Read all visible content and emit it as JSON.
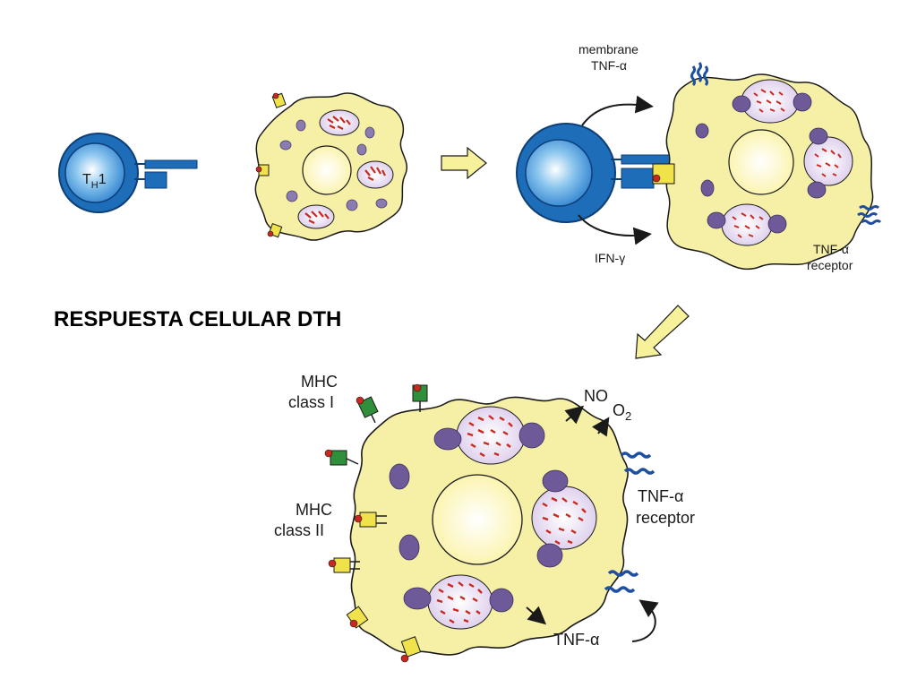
{
  "title": "RESPUESTA CELULAR DTH",
  "th_cell": {
    "label_main": "T",
    "label_sub": "H",
    "label_num": "1"
  },
  "labels": {
    "membrane_tnf_line1": "membrane",
    "membrane_tnf_line2": "TNF-α",
    "ifn_gamma": "IFN-γ",
    "tnf_receptor_top_line1": "TNF-α",
    "tnf_receptor_top_line2": "receptor",
    "mhc_class_i_line1": "MHC",
    "mhc_class_i_line2": "class I",
    "mhc_class_ii_line1": "MHC",
    "mhc_class_ii_line2": "class II",
    "no": "NO",
    "o2_main": "O",
    "o2_sub": "2",
    "tnf_receptor_bottom_line1": "TNF-α",
    "tnf_receptor_bottom_line2": "receptor",
    "tnf_alpha_secreted": "TNF-α"
  },
  "colors": {
    "th_blue": "#1e6db8",
    "th_outline": "#0d3f78",
    "macrophage_yellow": "#f6f0a6",
    "nucleus_yellow": "#fbf6bf",
    "granule_purple": "#6e5a98",
    "bacteria_red": "#c9281e",
    "arrow_yellow": "#f6f19a",
    "mhc1_green": "#2f8f3a",
    "mhc2_yellow": "#f0e24a"
  }
}
